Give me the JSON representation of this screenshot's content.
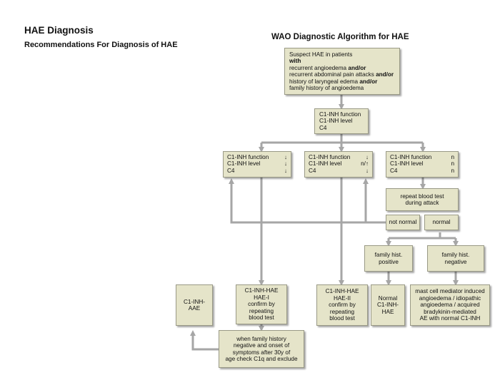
{
  "header": {
    "title": "HAE Diagnosis",
    "subtitle": "Recommendations For Diagnosis of HAE",
    "algorithm_title": "WAO Diagnostic Algorithm for HAE"
  },
  "suspect": {
    "intro": "Suspect HAE in patients",
    "with": "with",
    "line1": "recurrent angioedema",
    "line2": "recurrent abdominal pain attacks",
    "line3": "history of laryngeal edema",
    "line4": "family history of angioedema",
    "andor": "and/or"
  },
  "tests": [
    "C1-INH function",
    "C1-INH level",
    "C4"
  ],
  "branch_left": {
    "rows": [
      {
        "label": "C1-INH function",
        "value": "↓"
      },
      {
        "label": "C1-INH level",
        "value": "↓"
      },
      {
        "label": "C4",
        "value": "↓"
      }
    ]
  },
  "branch_mid": {
    "rows": [
      {
        "label": "C1-INH function",
        "value": "↓"
      },
      {
        "label": "C1-INH level",
        "value": "n/↑"
      },
      {
        "label": "C4",
        "value": "↓"
      }
    ]
  },
  "branch_right": {
    "rows": [
      {
        "label": "C1-INH function",
        "value": "n"
      },
      {
        "label": "C1-INH level",
        "value": "n"
      },
      {
        "label": "C4",
        "value": "n"
      }
    ]
  },
  "repeat": [
    "repeat blood test",
    "during attack"
  ],
  "not_normal": "not normal",
  "normal": "normal",
  "fam_positive": [
    "family hist.",
    "positive"
  ],
  "fam_negative": [
    "family hist.",
    "negative"
  ],
  "aae": [
    "C1-INH-",
    "AAE"
  ],
  "hae1": [
    "C1-INH-HAE",
    "HAE-I",
    "confirm by",
    "repeating",
    "blood test"
  ],
  "hae2": [
    "C1-INH-HAE",
    "HAE-II",
    "confirm by",
    "repeating",
    "blood test"
  ],
  "normal_hae": [
    "Normal",
    "C1-INH-",
    "HAE"
  ],
  "mast": [
    "mast cell mediator induced",
    "angioedema / idiopathic",
    "angioedema / acquired",
    "bradykinin-mediated",
    "AE with normal C1-INH"
  ],
  "family_note": [
    "when family history",
    "negative and onset of",
    "symptoms after 30y of",
    "age check C1q and exclude"
  ],
  "colors": {
    "box_fill": "#e5e4c9",
    "arrow": "#a6a6a6"
  }
}
